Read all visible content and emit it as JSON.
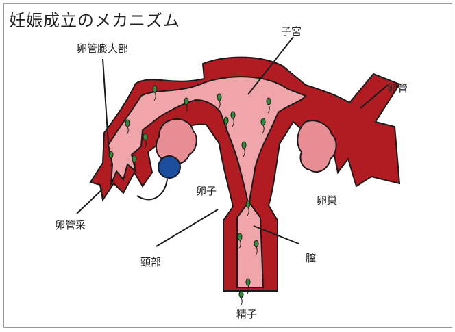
{
  "title": "妊娠成立のメカニズム",
  "labels": {
    "uterus": "子宮",
    "ampulla": "卵管膨大部",
    "fallopian_tube": "卵管",
    "egg": "卵子",
    "ovary": "卵巣",
    "fimbriae": "卵管采",
    "cervix": "頸部",
    "vagina": "膣",
    "sperm": "精子"
  },
  "colors": {
    "wall": "#b01c22",
    "lining": "#f0a5aa",
    "ovary": "#e88d93",
    "egg": "#1b4f9e",
    "sperm": "#2f8a3c",
    "outline": "#1a1a1a"
  }
}
